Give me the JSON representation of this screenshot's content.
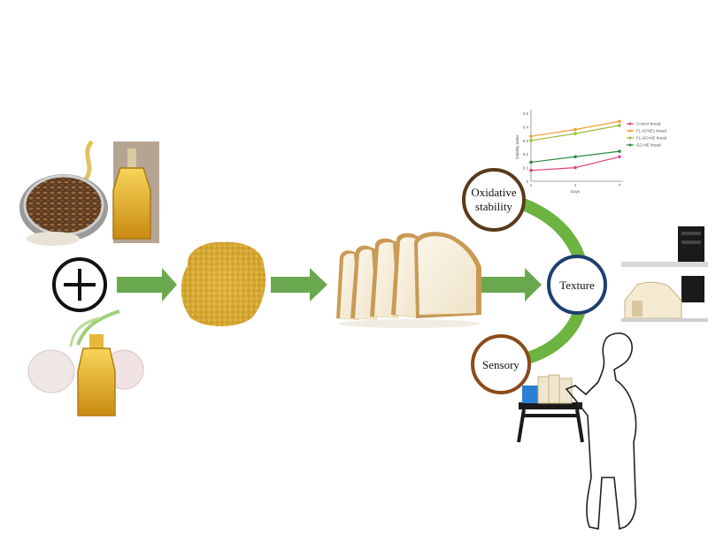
{
  "nodes": {
    "oxidative_line1": "Oxidative",
    "oxidative_line2": "stability",
    "texture": "Texture",
    "sensory": "Sensory"
  },
  "colors": {
    "arrow_green": "#6aa84f",
    "arc_green": "#6db33f",
    "oxidative_ring": "#5a3a1a",
    "texture_ring": "#1f3f6e",
    "sensory_ring": "#8a4a1a",
    "powder": "#d4a62a"
  },
  "inset_chart": {
    "chart_data": {
      "type": "line",
      "x": [
        1,
        4,
        7
      ],
      "series": [
        {
          "name": "Control bread",
          "color": "#e0457b",
          "values": [
            0.08,
            0.1,
            0.18
          ]
        },
        {
          "name": "FL-KFNE1 bread",
          "color": "#f0a030",
          "values": [
            0.33,
            0.38,
            0.44
          ]
        },
        {
          "name": "FL-GO-NE bread",
          "color": "#9bbb3b",
          "values": [
            0.3,
            0.35,
            0.41
          ]
        },
        {
          "name": "GO-NE bread",
          "color": "#2e8b3e",
          "values": [
            0.14,
            0.18,
            0.22
          ]
        }
      ],
      "xlabel": "Days",
      "ylabel": "Stability index",
      "ylim": [
        0,
        0.5
      ],
      "yticks": [
        "0",
        "0.1",
        "0.2",
        "0.3",
        "0.4",
        "0.5"
      ],
      "xticks": [
        "1",
        "4",
        "7"
      ],
      "legend": "right"
    }
  }
}
